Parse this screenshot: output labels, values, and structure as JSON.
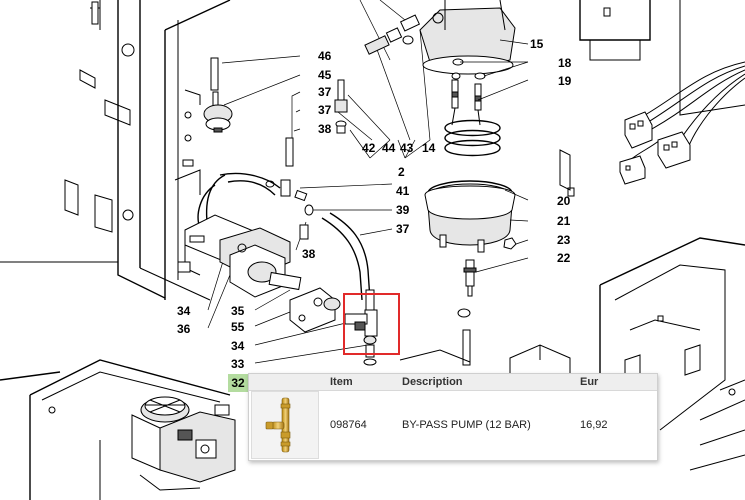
{
  "callouts": {
    "c46": "46",
    "c45": "45",
    "c37a": "37",
    "c37b": "37",
    "c38a": "38",
    "c42": "42",
    "c44": "44",
    "c43": "43",
    "c14": "14",
    "c2": "2",
    "c41": "41",
    "c39": "39",
    "c37c": "37",
    "c38b": "38",
    "c15": "15",
    "c18": "18",
    "c19": "19",
    "c20": "20",
    "c21": "21",
    "c23": "23",
    "c22": "22",
    "c34a": "34",
    "c36": "36",
    "c35": "35",
    "c55": "55",
    "c34b": "34",
    "c33": "33"
  },
  "selected_marker": {
    "label": "32",
    "color": "#b4dca0"
  },
  "highlight": {
    "color": "#e12a2a"
  },
  "part_popup": {
    "headers": {
      "item": "Item",
      "description": "Description",
      "price": "Eur"
    },
    "row": {
      "item": "098764",
      "description": "BY-PASS PUMP (12 BAR)",
      "price": "16,92",
      "thumbnail_icon": "brass-bypass-valve-icon"
    }
  }
}
